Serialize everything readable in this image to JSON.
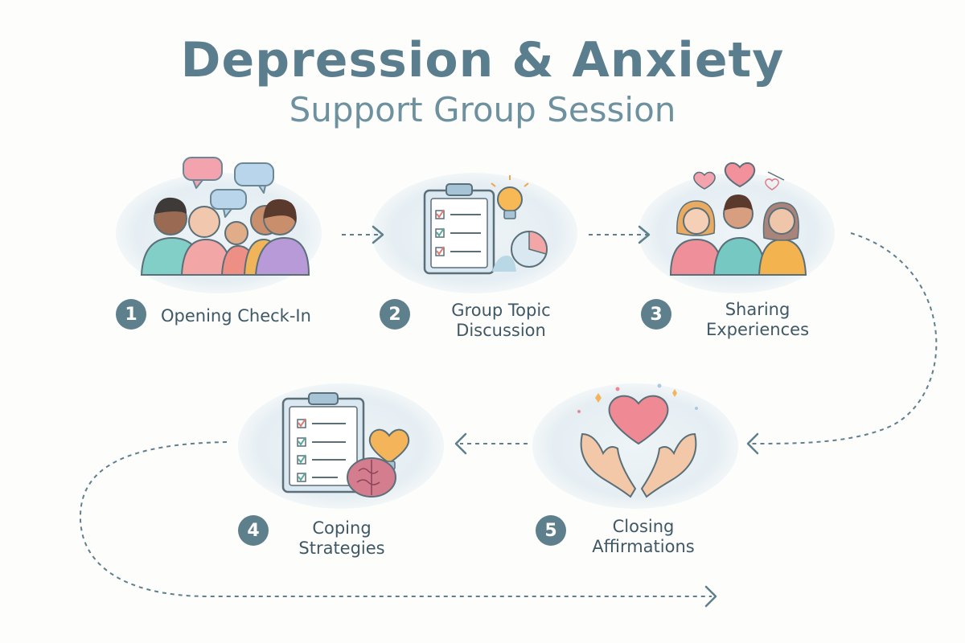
{
  "title": "Depression & Anxiety",
  "subtitle": "Support Group Session",
  "colors": {
    "title": "#5a7e8d",
    "badge": "#5e7f8c",
    "arrow": "#5e7f8c",
    "label": "#3f5866",
    "heart": "#e88a93",
    "bubble_pink": "#f2a3ad",
    "bubble_blue": "#a9c9e5"
  },
  "steps": [
    {
      "number": "1",
      "label": "Opening Check-In",
      "icon": "people-talking-icon"
    },
    {
      "number": "2",
      "label": "Group Topic Discussion",
      "line1": "Group Topic",
      "line2": "Discussion",
      "icon": "clipboard-lightbulb-icon"
    },
    {
      "number": "3",
      "label": "Sharing Experiences",
      "line1": "Sharing",
      "line2": "Experiences",
      "icon": "people-hearts-icon"
    },
    {
      "number": "4",
      "label": "Coping Strategies",
      "line1": "Coping",
      "line2": "Strategies",
      "icon": "checklist-brain-icon"
    },
    {
      "number": "5",
      "label": "Closing Affirmations",
      "line1": "Closing",
      "line2": "Affirmations",
      "icon": "hands-heart-icon"
    }
  ]
}
